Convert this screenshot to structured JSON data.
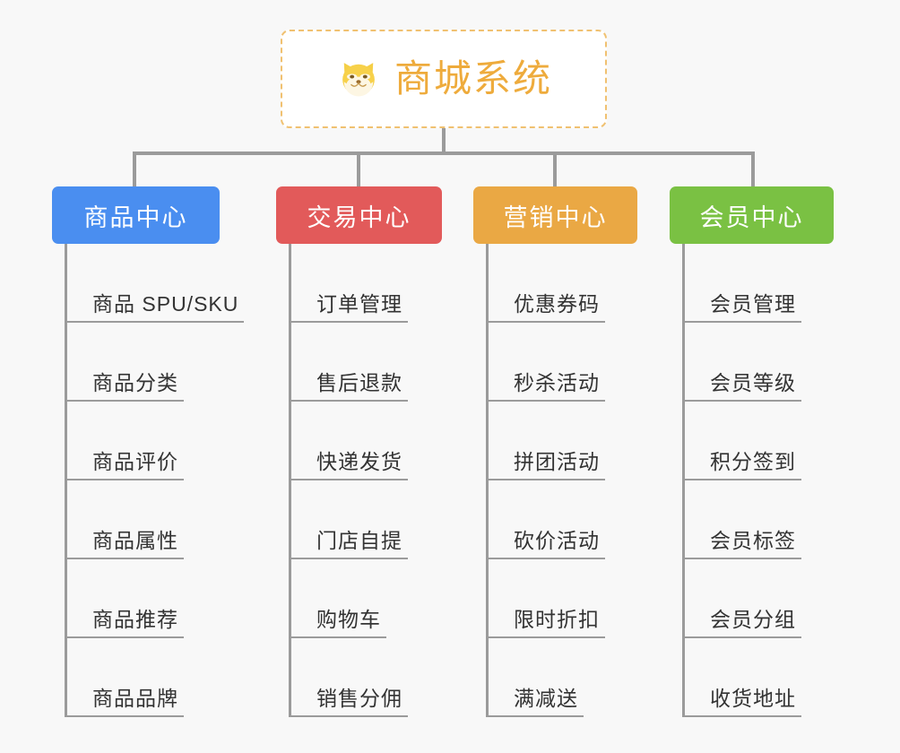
{
  "root": {
    "title": "商城系统",
    "icon": "shiba-dog-face-icon",
    "border_color": "#f0c171",
    "text_color": "#eeab3c",
    "background": "#ffffff"
  },
  "canvas": {
    "background": "#f8f8f8",
    "line_color": "#9b9b9b"
  },
  "columns": [
    {
      "label": "商品中心",
      "color": "#4a8ef0",
      "items": [
        "商品 SPU/SKU",
        "商品分类",
        "商品评价",
        "商品属性",
        "商品推荐",
        "商品品牌"
      ]
    },
    {
      "label": "交易中心",
      "color": "#e25a5a",
      "items": [
        "订单管理",
        "售后退款",
        "快递发货",
        "门店自提",
        "购物车",
        "销售分佣"
      ]
    },
    {
      "label": "营销中心",
      "color": "#eaa844",
      "items": [
        "优惠券码",
        "秒杀活动",
        "拼团活动",
        "砍价活动",
        "限时折扣",
        "满减送"
      ]
    },
    {
      "label": "会员中心",
      "color": "#7ac143",
      "items": [
        "会员管理",
        "会员等级",
        "积分签到",
        "会员标签",
        "会员分组",
        "收货地址"
      ]
    }
  ]
}
